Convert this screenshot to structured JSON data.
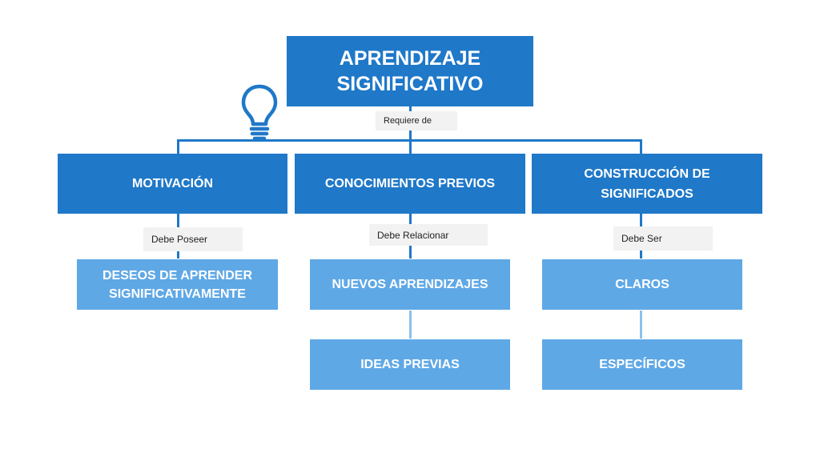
{
  "root": {
    "title_line1": "APRENDIZAJE",
    "title_line2": "SIGNIFICATIVO",
    "link_label": "Requiere de"
  },
  "branches": [
    {
      "title_line1": "MOTIVACIÓN",
      "title_line2": "",
      "link_label": "Debe Poseer",
      "children": [
        {
          "line1": "DESEOS DE APRENDER",
          "line2": "SIGNIFICATIVAMENTE"
        }
      ]
    },
    {
      "title_line1": "CONOCIMIENTOS PREVIOS",
      "title_line2": "",
      "link_label": "Debe Relacionar",
      "children": [
        {
          "line1": "NUEVOS APRENDIZAJES",
          "line2": ""
        },
        {
          "line1": "IDEAS PREVIAS",
          "line2": ""
        }
      ]
    },
    {
      "title_line1": "CONSTRUCCIÓN DE",
      "title_line2": "SIGNIFICADOS",
      "link_label": "Debe Ser",
      "children": [
        {
          "line1": "CLAROS",
          "line2": ""
        },
        {
          "line1": "ESPECÍFICOS",
          "line2": ""
        }
      ]
    }
  ],
  "colors": {
    "dark_box": "#1f78c8",
    "light_box": "#5fa8e6",
    "connector": "#1f78c8",
    "label_bg": "#f2f2f2"
  },
  "icons": {
    "top": "lightbulb-icon"
  }
}
